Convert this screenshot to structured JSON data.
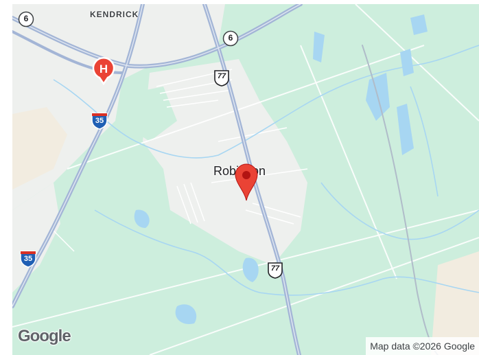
{
  "map": {
    "place_labels": {
      "neighborhood": "KENDRICK",
      "city": "Robinson"
    },
    "highway_shields": {
      "state_highway_6_top": "6",
      "state_highway_6_mid": "6",
      "us_highway_77_north": "77",
      "us_highway_77_south": "77",
      "interstate_35_north": "35",
      "interstate_35_south": "35"
    },
    "markers": {
      "location_pin": "location-pin-icon",
      "hospital_marker": "H"
    },
    "logo": "Google",
    "attribution": "Map data ©2026 Google"
  },
  "colors": {
    "land_green": "#cdeedd",
    "urban_grey": "#eef0ee",
    "water_blue": "#a7d6f2",
    "highway_blue": "#a3b5d6",
    "pin_red": "#ea4335",
    "hospital_red": "#ea4335"
  }
}
